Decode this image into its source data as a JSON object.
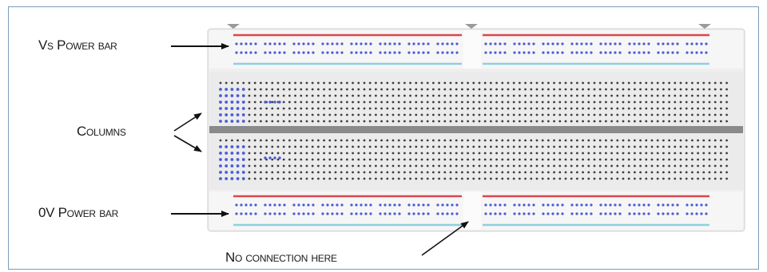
{
  "labels": {
    "vs_power_bar": "Vs Power bar",
    "columns": "Columns",
    "ov_power_bar": "0V Power bar",
    "no_connection": "No connection here"
  },
  "colors": {
    "positive_rail": "#d9474f",
    "negative_rail": "#8fd0e0",
    "hole": "#3d3d3d",
    "highlight_hole": "#4b5bd4",
    "board": "#f2f2f2",
    "center_channel": "#8a8a8a",
    "frame_border": "#7a9ab8"
  }
}
